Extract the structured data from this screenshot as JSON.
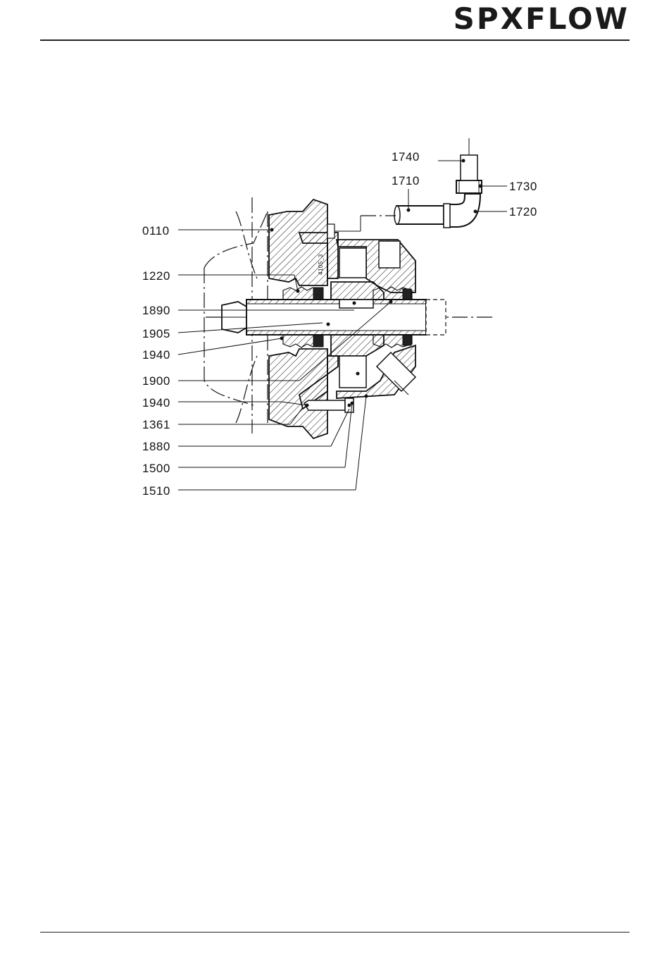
{
  "header": {
    "logo_text": "SPXFLOW"
  },
  "diagram": {
    "figure_code": "4105_3",
    "labels_left": [
      "0110",
      "1220",
      "1890",
      "1905",
      "1940",
      "1900",
      "1940",
      "1361",
      "1880",
      "1500",
      "1510"
    ],
    "labels_right": [
      "1740",
      "1710",
      "1730",
      "1720"
    ]
  }
}
